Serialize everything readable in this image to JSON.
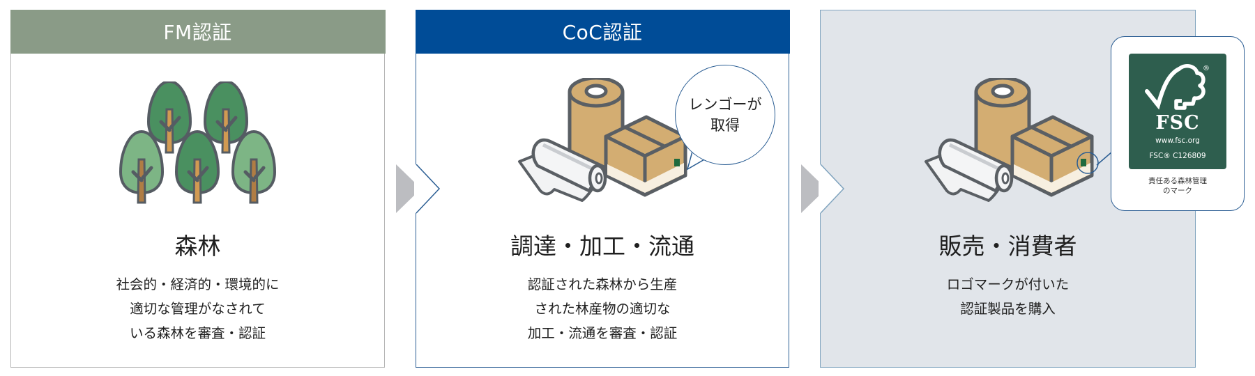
{
  "colors": {
    "fm_header": "#8A9B87",
    "coc_header": "#004C97",
    "consumer_bg": "#E1E5EA",
    "arrow": "#BCBDC1",
    "fsc_green": "#2E5E4E",
    "outline_blue": "#2A5D93"
  },
  "steps": [
    {
      "header": "FM認証",
      "icon": "forest-trees-icon",
      "title": "森林",
      "desc": [
        "社会的・経済的・環境的に",
        "適切な管理がなされて",
        "いる森林を審査・認証"
      ]
    },
    {
      "header": "CoC認証",
      "icon": "paper-roll-box-icon",
      "title": "調達・加工・流通",
      "desc": [
        "認証された森林から生産",
        "された林産物の適切な",
        "加工・流通を審査・認証"
      ],
      "bubble": [
        "レンゴーが",
        "取得"
      ]
    },
    {
      "header": "",
      "icon": "paper-roll-box-icon",
      "title": "販売・消費者",
      "desc": [
        "ロゴマークが付いた",
        "認証製品を購入"
      ],
      "logo_callout": {
        "brand": "FSC",
        "url": "www.fsc.org",
        "license": "FSC® C126809",
        "caption": [
          "責任ある森林管理",
          "のマーク"
        ]
      }
    }
  ]
}
